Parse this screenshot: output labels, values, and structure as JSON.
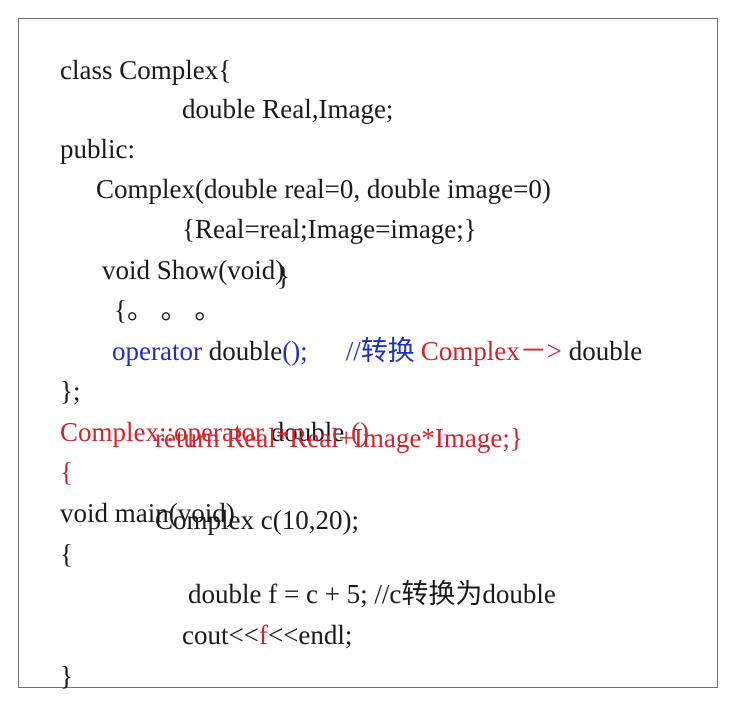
{
  "code_block": {
    "colors": {
      "text": "#1a1a1a",
      "keyword_blue": "#1f2ec4",
      "highlight_red": "#d3232b",
      "border": "#6f7378"
    },
    "lines": [
      {
        "parts": [
          {
            "text": "class Complex{"
          }
        ]
      },
      {
        "parts": [
          {
            "text": "double Real,Image;"
          }
        ]
      },
      {
        "parts": [
          {
            "text": "public:"
          }
        ]
      },
      {
        "parts": [
          {
            "text": "Complex(double real=0, double image=0)"
          }
        ]
      },
      {
        "parts": [
          {
            "text": "{Real=real;Image=image;}"
          }
        ]
      },
      {
        "parts": [
          {
            "text": "void Show(void)"
          }
        ]
      },
      {
        "parts": [
          {
            "text": "{。 。 。"
          },
          {
            "text": "}"
          }
        ]
      },
      {
        "parts": [
          {
            "text": "operator",
            "color": "blue"
          },
          {
            "text": " double"
          },
          {
            "text": "();",
            "color": "blue"
          },
          {
            "text": "//转换",
            "color": "blue"
          },
          {
            "text": "Complex－>",
            "color": "red"
          },
          {
            "text": " double"
          }
        ]
      },
      {
        "parts": [
          {
            "text": "};"
          }
        ]
      },
      {
        "parts": [
          {
            "text": "Complex::operator",
            "color": "red"
          },
          {
            "text": " double "
          },
          {
            "text": "()",
            "color": "red"
          }
        ]
      },
      {
        "parts": [
          {
            "text": "{",
            "color": "red"
          },
          {
            "text": "return Real*Real+Image*Image;}",
            "color": "red"
          }
        ]
      },
      {
        "parts": [
          {
            "text": "void main(void)"
          }
        ]
      },
      {
        "parts": [
          {
            "text": "{"
          },
          {
            "text": "Complex c(10,20);"
          }
        ]
      },
      {
        "parts": [
          {
            "text": "double f = c + 5; //c转换为double"
          }
        ]
      },
      {
        "parts": [
          {
            "text": "cout<<"
          },
          {
            "text": "f",
            "color": "red"
          },
          {
            "text": "<<endl;"
          }
        ]
      },
      {
        "parts": [
          {
            "text": "}"
          }
        ]
      }
    ]
  }
}
